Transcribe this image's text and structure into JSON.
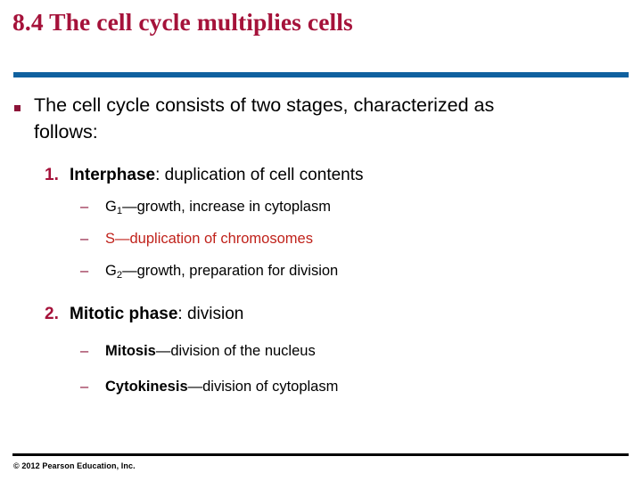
{
  "slide": {
    "title": "8.4 The cell cycle multiplies cells",
    "accent_crimson": "#A5123A",
    "accent_blue": "#10619F",
    "accent_red": "#C0221B",
    "bullet_marker": "square-bullet-icon"
  },
  "content": {
    "bullet1": {
      "text": "The cell cycle consists of two stages, characterized as follows:"
    },
    "items": [
      {
        "number": "1.",
        "bold_label": "Interphase",
        "rest": ": duplication of cell contents",
        "subitems": [
          {
            "dash": "–",
            "bold_label": "",
            "text_pre": "G",
            "subscript": "1",
            "text_post": "—growth, increase in cytoplasm",
            "color": "black"
          },
          {
            "dash": "–",
            "bold_label": "",
            "text_pre": "S—duplication of chromosomes",
            "subscript": "",
            "text_post": "",
            "color": "red"
          },
          {
            "dash": "–",
            "bold_label": "",
            "text_pre": "G",
            "subscript": "2",
            "text_post": "—growth, preparation for division",
            "color": "black"
          }
        ]
      },
      {
        "number": "2.",
        "bold_label": "Mitotic phase",
        "rest": ": division",
        "subitems": [
          {
            "dash": "–",
            "bold_label": "Mitosis",
            "text_pre": "",
            "subscript": "",
            "text_post": "—division of the nucleus",
            "color": "black"
          },
          {
            "dash": "–",
            "bold_label": "Cytokinesis",
            "text_pre": "",
            "subscript": "",
            "text_post": "—division of cytoplasm",
            "color": "black"
          }
        ]
      }
    ]
  },
  "footer": {
    "copyright": "© 2012 Pearson Education, Inc."
  }
}
